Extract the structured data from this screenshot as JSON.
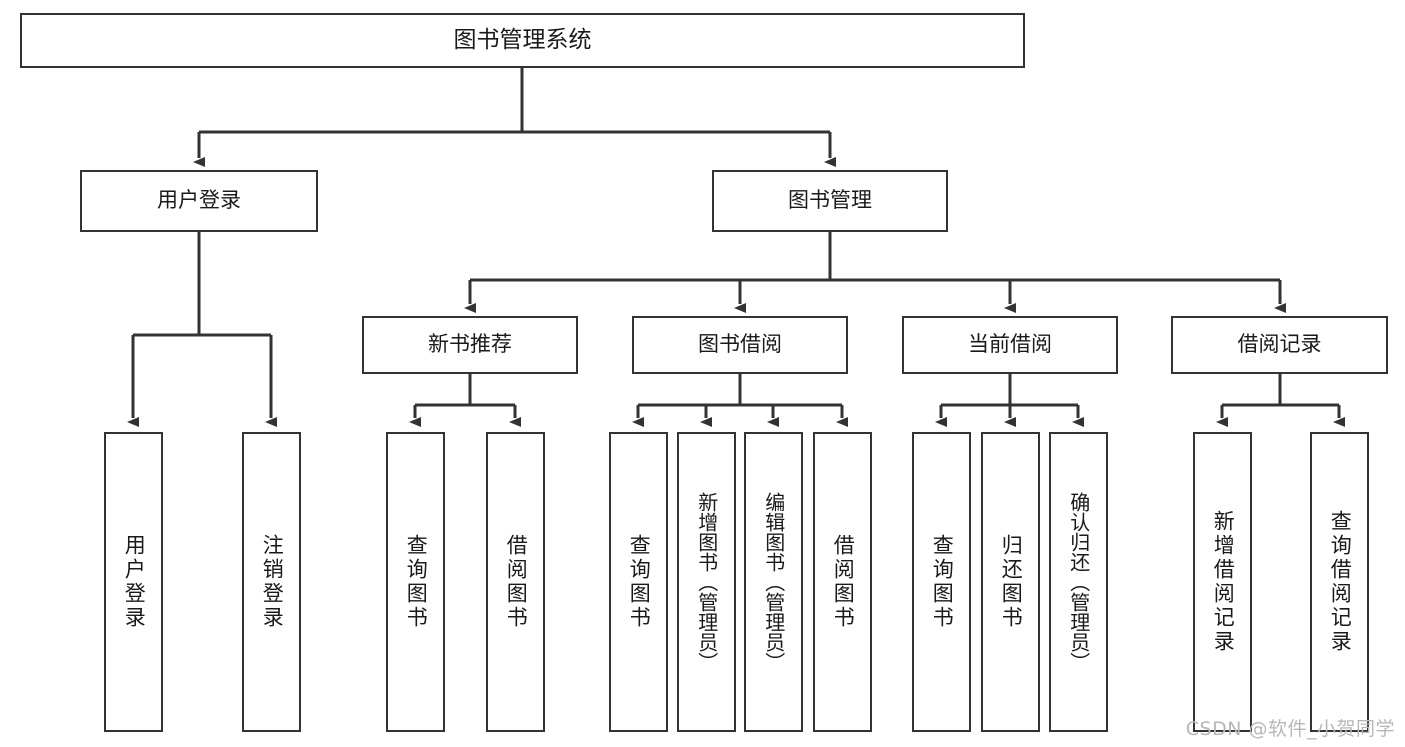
{
  "diagram": {
    "type": "tree",
    "title": "图书管理系统",
    "colors": {
      "box_border": "#333333",
      "box_fill": "#ffffff",
      "connector": "#333333",
      "text": "#1a1a1a",
      "watermark": "#b7b7b7",
      "background": "#ffffff"
    },
    "root": {
      "label": "图书管理系统"
    },
    "level2": [
      {
        "label": "用户登录"
      },
      {
        "label": "图书管理"
      }
    ],
    "level3": [
      {
        "label": "新书推荐"
      },
      {
        "label": "图书借阅"
      },
      {
        "label": "当前借阅"
      },
      {
        "label": "借阅记录"
      }
    ],
    "leaves": {
      "user_login": [
        {
          "label": "用户登录"
        },
        {
          "label": "注销登录"
        }
      ],
      "new_book_recommend": [
        {
          "label": "查询图书"
        },
        {
          "label": "借阅图书"
        }
      ],
      "book_borrow": [
        {
          "label": "查询图书"
        },
        {
          "label": "新增图书（管理员）"
        },
        {
          "label": "编辑图书（管理员）"
        },
        {
          "label": "借阅图书"
        }
      ],
      "current_borrow": [
        {
          "label": "查询图书"
        },
        {
          "label": "归还图书"
        },
        {
          "label": "确认归还（管理员）"
        }
      ],
      "borrow_record": [
        {
          "label": "新增借阅记录"
        },
        {
          "label": "查询借阅记录"
        }
      ]
    }
  },
  "watermark": {
    "text": "CSDN @软件_小贺同学"
  }
}
